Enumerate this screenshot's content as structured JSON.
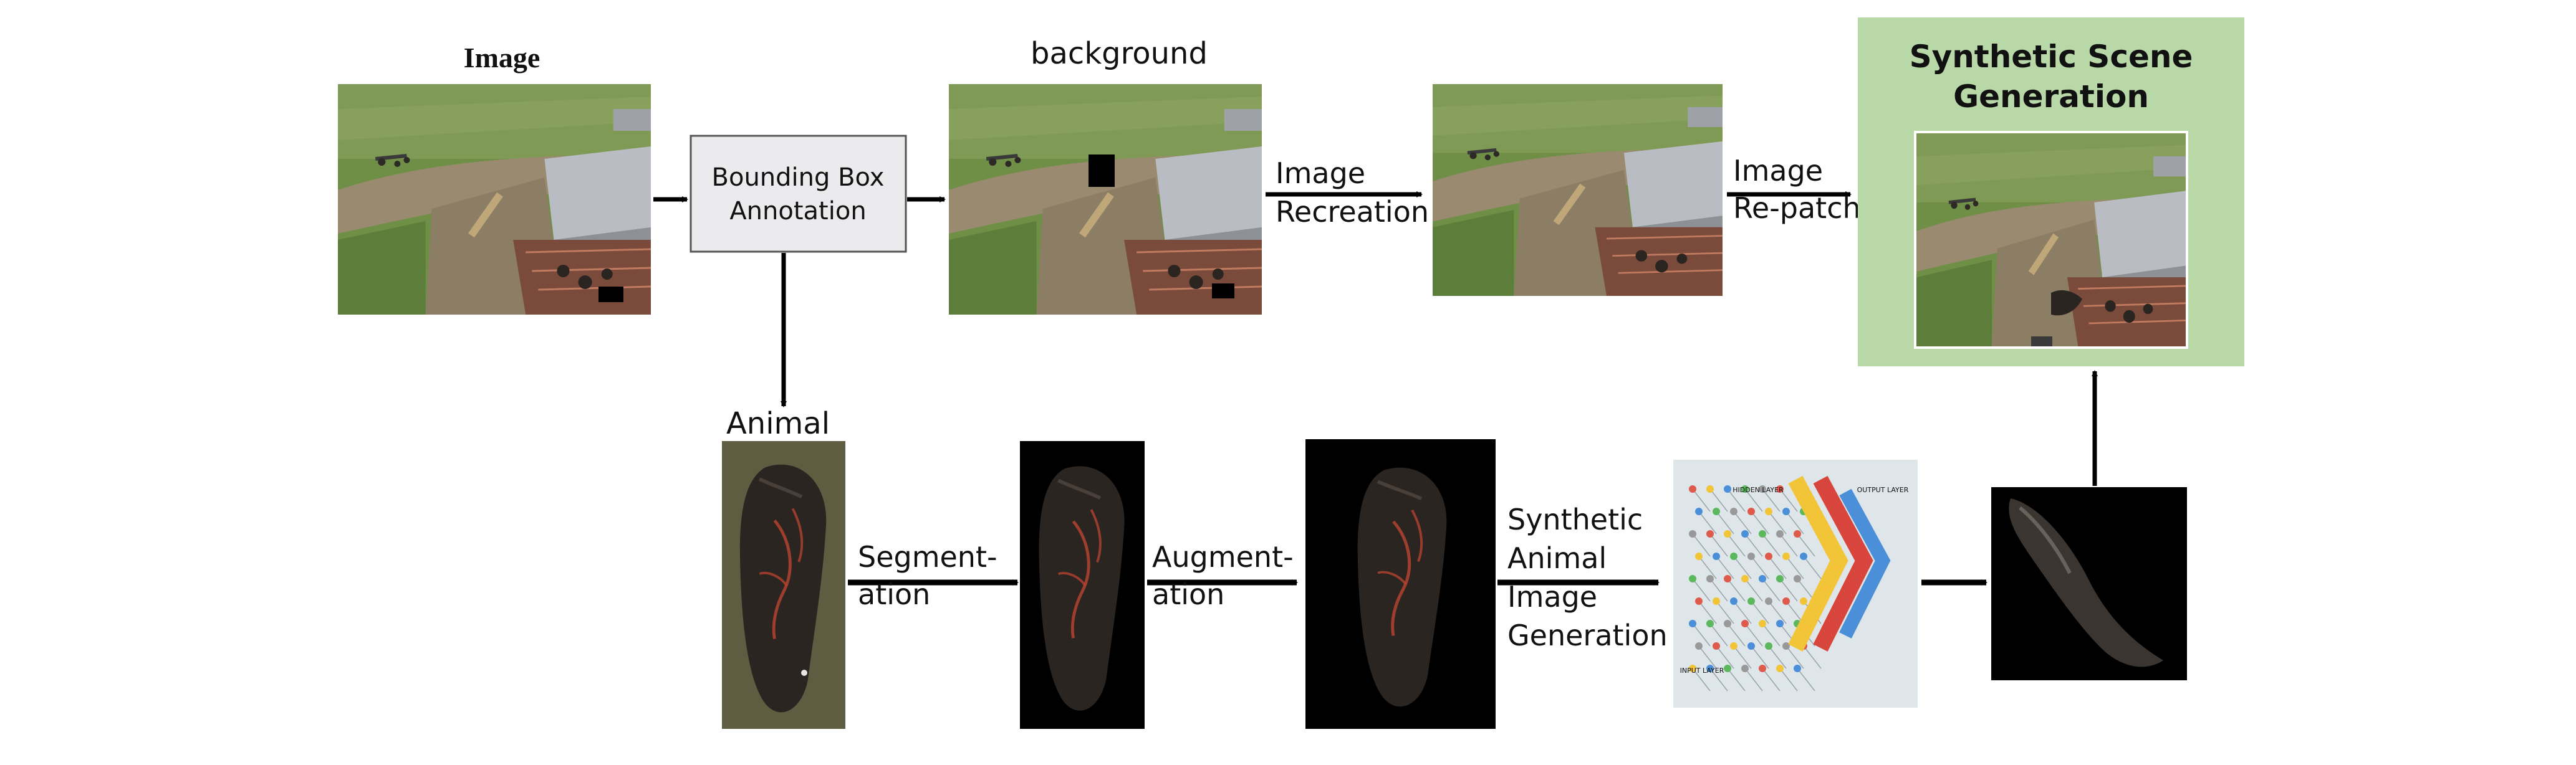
{
  "labels": {
    "image_title": "Image",
    "background_title": "background",
    "bbox_box": [
      "Bounding Box",
      "Annotation"
    ],
    "image_recreation": [
      "Image",
      "Recreation"
    ],
    "image_repatch": [
      "Image",
      "Re-patch"
    ],
    "synthetic_scene": [
      "Synthetic Scene",
      "Generation"
    ],
    "animal_title": "Animal",
    "segmentation": [
      "Segment-",
      "ation"
    ],
    "augmentation": [
      "Augment-",
      "ation"
    ],
    "synthetic_animal": [
      "Synthetic",
      "Animal",
      "Image",
      "Generation"
    ]
  },
  "nn_labels": {
    "hidden_layer": "HIDDEN LAYER",
    "output_layer": "OUTPUT LAYER",
    "input_layer": "INPUT LAYER"
  },
  "colors": {
    "arrow": "#000000",
    "bbox_fill": "#ebebee",
    "bbox_border": "#555555",
    "scene_panel": "#b8d8a8",
    "grass": "#6f8f47",
    "dirt": "#9a8b70",
    "roof": "#b9bcc2",
    "animal_dark": "#2b2522",
    "animal_marking": "#b4432e",
    "nn_bg": "#dfe6ea"
  }
}
